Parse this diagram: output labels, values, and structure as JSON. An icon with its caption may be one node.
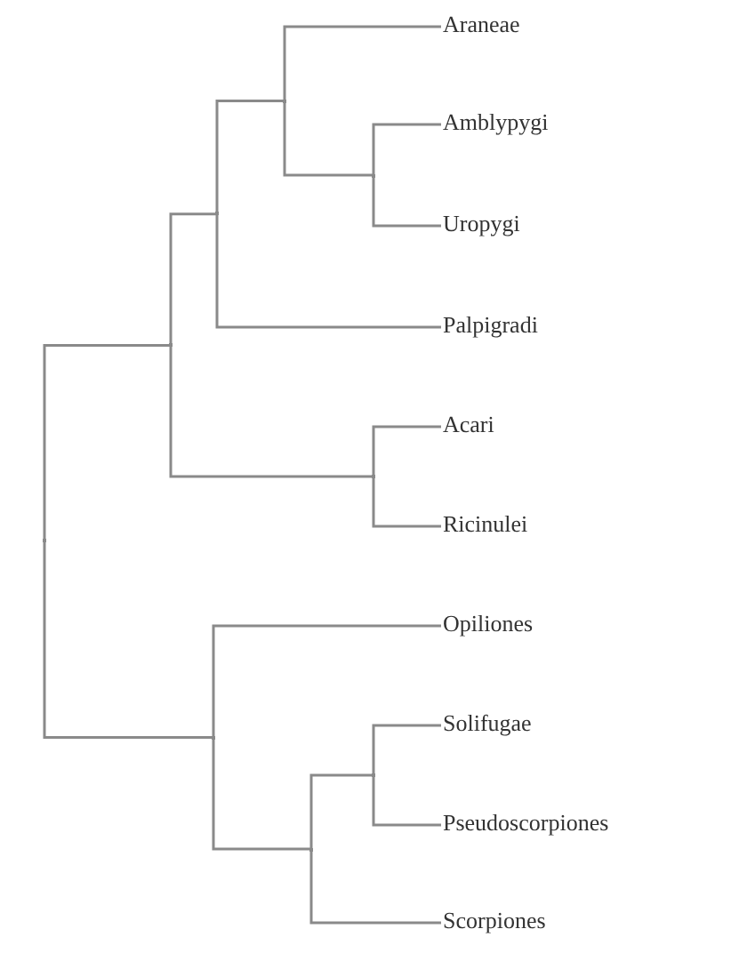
{
  "diagram": {
    "nodes": [
      {
        "text": [
          "Araneae"
        ]
      },
      {
        "text": [
          "Amblypygi"
        ]
      },
      {
        "text": [
          "Uropygi"
        ]
      },
      {
        "text": [
          "Palpigradi"
        ]
      },
      {
        "text": [
          "Acari"
        ]
      },
      {
        "text": [
          "Ricinulei"
        ]
      },
      {
        "text": [
          "Opiliones"
        ]
      },
      {
        "text": [
          "Solifugae"
        ]
      },
      {
        "text": [
          "Pseudoscorpiones"
        ]
      },
      {
        "text": [
          "Scorpiones"
        ]
      },
      {
        "text": [],
        "shape": "point"
      },
      {
        "text": [],
        "shape": "point"
      },
      {
        "text": [],
        "shape": "point"
      },
      {
        "text": [],
        "shape": "point"
      },
      {
        "text": [],
        "shape": "point"
      },
      {
        "text": [],
        "shape": "point"
      },
      {
        "text": [],
        "shape": "point"
      },
      {
        "text": [],
        "shape": "point"
      },
      {
        "text": [],
        "shape": "point"
      }
    ],
    "edges": [
      {
        "from": 10,
        "to": 11,
        "arrow": "none"
      },
      {
        "from": 10,
        "to": 16,
        "arrow": "none"
      },
      {
        "from": 11,
        "to": 12,
        "arrow": "none"
      },
      {
        "from": 11,
        "to": 15,
        "arrow": "none"
      },
      {
        "from": 12,
        "to": 13,
        "arrow": "none"
      },
      {
        "from": 12,
        "to": 3,
        "arrow": "none"
      },
      {
        "from": 13,
        "to": 0,
        "arrow": "none"
      },
      {
        "from": 13,
        "to": 14,
        "arrow": "none"
      },
      {
        "from": 14,
        "to": 1,
        "arrow": "none"
      },
      {
        "from": 14,
        "to": 2,
        "arrow": "none"
      },
      {
        "from": 15,
        "to": 4,
        "arrow": "none"
      },
      {
        "from": 15,
        "to": 5,
        "arrow": "none"
      },
      {
        "from": 16,
        "to": 6,
        "arrow": "none"
      },
      {
        "from": 16,
        "to": 17,
        "arrow": "none"
      },
      {
        "from": 17,
        "to": 18,
        "arrow": "none"
      },
      {
        "from": 17,
        "to": 9,
        "arrow": "none"
      },
      {
        "from": 18,
        "to": 7,
        "arrow": "none"
      },
      {
        "from": 18,
        "to": 8,
        "arrow": "none"
      }
    ]
  }
}
